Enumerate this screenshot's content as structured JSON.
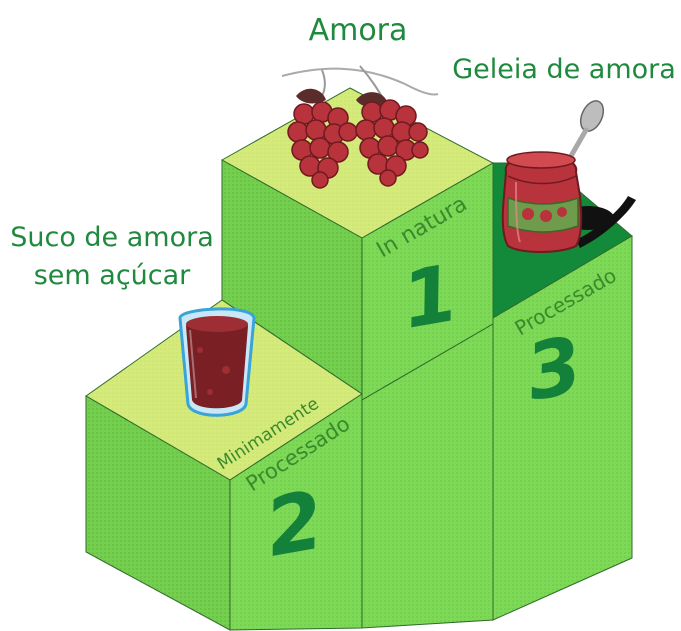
{
  "labels": {
    "first_place": "Amora",
    "third_place": "Geleia de amora",
    "second_place_line1": "Suco de amora",
    "second_place_line2": "sem açúcar"
  },
  "steps": {
    "first": {
      "category": "In natura",
      "rank": "1"
    },
    "second": {
      "category_line1": "Minimamente",
      "category_line2": "Processado",
      "rank": "2"
    },
    "third": {
      "category": "Processado",
      "rank": "3"
    }
  },
  "colors": {
    "top_face": "#d4ea7a",
    "front_face": "#7ed957",
    "side_face": "#8ddd5e",
    "dark_green": "#128a3a",
    "label_green": "#1f8a3e",
    "berry": "#b8333b",
    "juice": "#7a1f24"
  },
  "icons": {
    "blackberries": "blackberry-icon",
    "jam_jar": "jam-jar-icon",
    "juice_glass": "juice-glass-icon"
  }
}
